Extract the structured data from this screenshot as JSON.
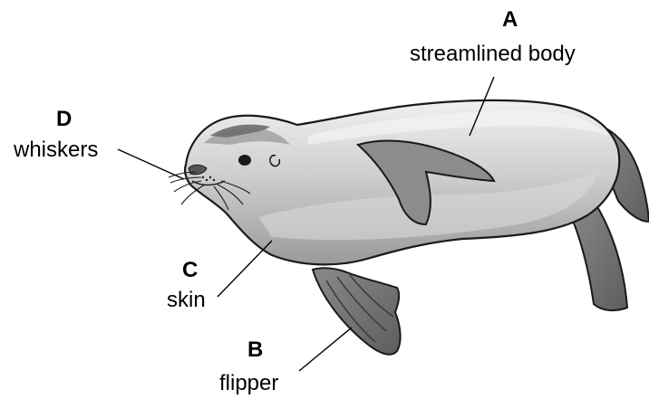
{
  "labels": {
    "a": {
      "letter": "A",
      "text": "streamlined body"
    },
    "b": {
      "letter": "B",
      "text": "flipper"
    },
    "c": {
      "letter": "C",
      "text": "skin"
    },
    "d": {
      "letter": "D",
      "text": "whiskers"
    }
  },
  "colors": {
    "outline": "#1a1a1a",
    "body_light": "#e6e6e6",
    "body_mid": "#bdbdbd",
    "body_dark": "#8f8f8f",
    "flipper": "#6f6f6f"
  }
}
